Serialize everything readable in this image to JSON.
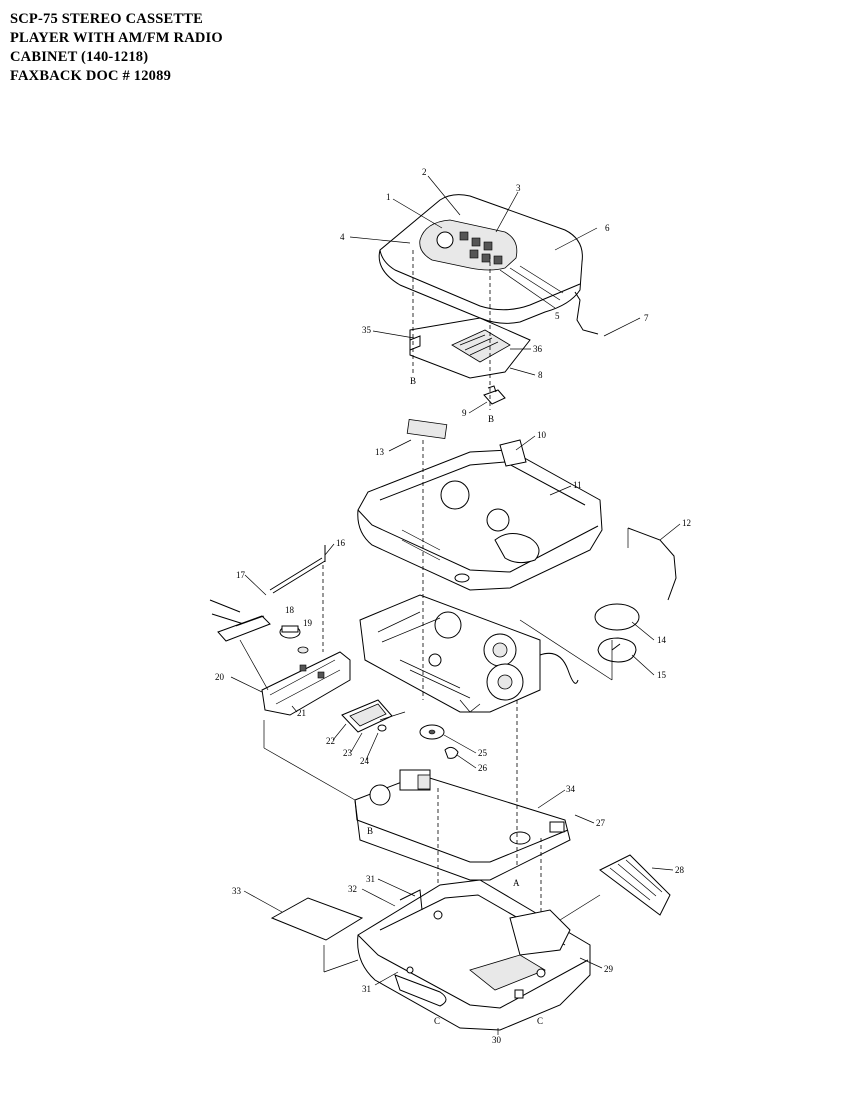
{
  "header": {
    "line1": "SCP-75 STEREO CASSETTE",
    "line2": "PLAYER WITH AM/FM RADIO",
    "line3": "CABINET  (140-1218)",
    "line4": "FAXBACK DOC # 12089"
  },
  "callouts": {
    "p1": "1",
    "p2": "2",
    "p3": "3",
    "p4": "4",
    "p5": "5",
    "p6": "6",
    "p7": "7",
    "p8": "8",
    "p9": "9",
    "p10": "10",
    "p11": "11",
    "p12": "12",
    "p13": "13",
    "p14": "14",
    "p15": "15",
    "p16": "16",
    "p17": "17",
    "p18": "18",
    "p19": "19",
    "p20": "20",
    "p21": "21",
    "p22": "22",
    "p23": "23",
    "p24": "24",
    "p25": "25",
    "p26": "26",
    "p27": "27",
    "p28": "28",
    "p29": "29",
    "p30": "30",
    "p31a": "31",
    "p31b": "31",
    "p32": "32",
    "p33": "33",
    "p34": "34",
    "p35": "35",
    "p36": "36"
  },
  "refs": {
    "b1": "B",
    "b2": "B",
    "b3": "B",
    "a1": "A",
    "c1": "C",
    "c2": "C"
  }
}
